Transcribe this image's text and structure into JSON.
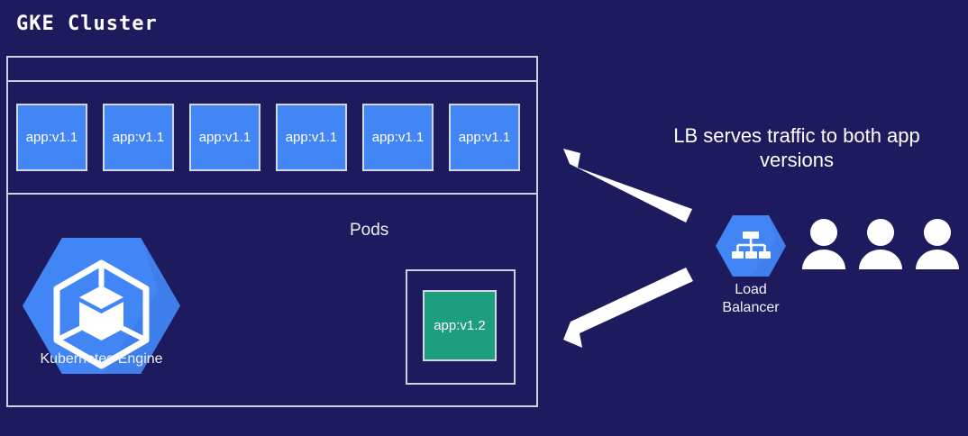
{
  "diagram": {
    "title": "GKE Cluster",
    "background_color": "#1e1a5e",
    "border_color": "#cfcfe0"
  },
  "cluster": {
    "pods_label": "Pods",
    "pods_v1_1": [
      {
        "label": "app:v1.1"
      },
      {
        "label": "app:v1.1"
      },
      {
        "label": "app:v1.1"
      },
      {
        "label": "app:v1.1"
      },
      {
        "label": "app:v1.1"
      },
      {
        "label": "app:v1.1"
      }
    ],
    "pod_v1_2": {
      "label": "app:v1.2",
      "color": "#1d9e7f"
    },
    "pod_v1_1_color": "#4285f4",
    "engine": {
      "label": "Kubernetes Engine",
      "icon": "kubernetes-engine-hexagon-icon",
      "color": "#4285f4"
    }
  },
  "right_panel": {
    "caption_line1": "LB serves traffic to both app",
    "caption_line2": "versions",
    "load_balancer": {
      "label_line1": "Load",
      "label_line2": "Balancer",
      "icon": "load-balancer-hexagon-icon",
      "color": "#4285f4"
    },
    "users": [
      {
        "icon": "user-icon"
      },
      {
        "icon": "user-icon"
      },
      {
        "icon": "user-icon"
      }
    ],
    "arrows": [
      {
        "name": "arrow-lb-to-pods-v1-1",
        "direction": "up-left",
        "color": "#ffffff"
      },
      {
        "name": "arrow-lb-to-pod-v1-2",
        "direction": "down-left",
        "color": "#ffffff"
      }
    ]
  }
}
